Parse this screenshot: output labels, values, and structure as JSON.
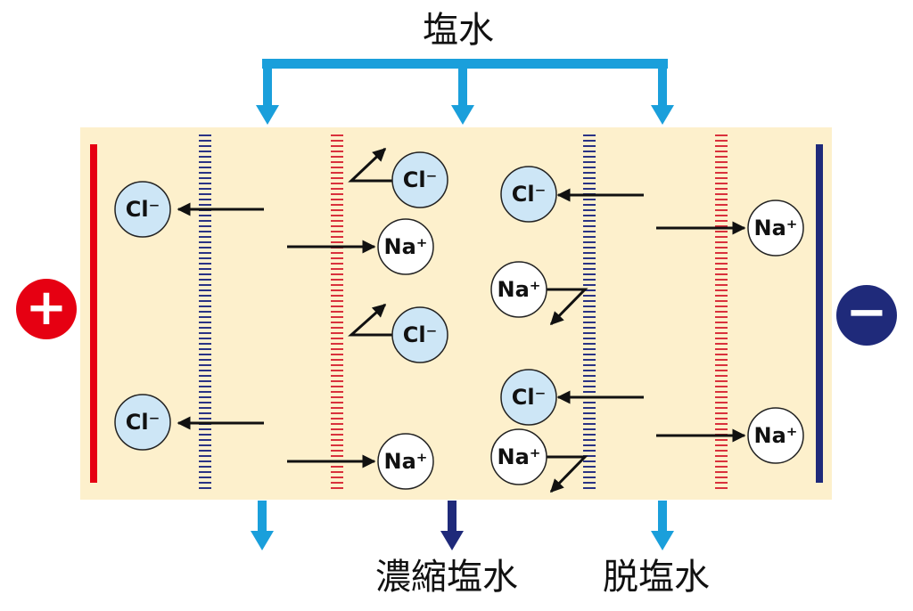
{
  "labels": {
    "top_input": "塩水",
    "out_concentrated": "濃縮塩水",
    "out_desalted": "脱塩水"
  },
  "electrodes": {
    "anode_symbol": "+",
    "cathode_symbol": "−"
  },
  "ions": {
    "chloride": "Cl⁻",
    "sodium": "Na⁺"
  },
  "colors": {
    "chamber_fill": "#fdf0cc",
    "flow_arrow": "#1a9fdb",
    "concentrate_arrow": "#1f2a7a",
    "anode": "#e60012",
    "cathode": "#1f2a7a",
    "cation_membrane": "#d9313c",
    "anion_membrane": "#2a3385",
    "chloride_fill": "#cde6f6",
    "sodium_fill": "#ffffff"
  }
}
